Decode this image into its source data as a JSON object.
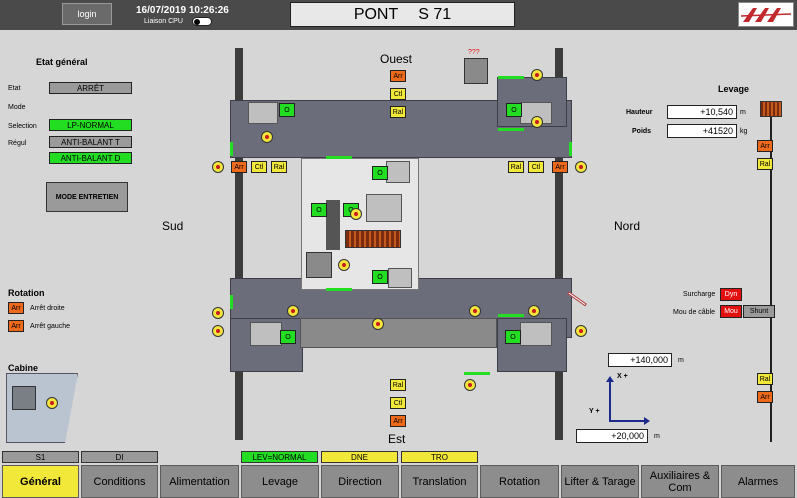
{
  "header": {
    "login": "login",
    "datetime": "16/07/2019 10:26:26",
    "cpu_label": "Liaison CPU",
    "title_left": "PONT",
    "title_right": "S 71"
  },
  "etat": {
    "title": "Etat général",
    "etat_label": "Etat",
    "etat_value": "ARRÊT",
    "mode_label": "Mode",
    "selection_label": "Selection",
    "selection_value": "LP-NORMAL",
    "regul_label": "Régul",
    "regul_value_1": "ANTI-BALANT T",
    "regul_value_2": "ANTI-BALANT D",
    "mode_entretien": "MODE ENTRETIEN"
  },
  "directions": {
    "ouest": "Ouest",
    "est": "Est",
    "sud": "Sud",
    "nord": "Nord",
    "unknown": "???"
  },
  "tags": {
    "arr": "Arr",
    "ctl": "Ctl",
    "ral": "Ral",
    "o": "O",
    "dyn": "Dyn",
    "mou": "Mou",
    "shunt": "Shunt"
  },
  "rotation": {
    "title": "Rotation",
    "droite": "Arrêt droite",
    "gauche": "Arrêt gauche"
  },
  "cabine": {
    "title": "Cabine"
  },
  "levage": {
    "title": "Levage",
    "hauteur_label": "Hauteur",
    "hauteur_value": "+10,540",
    "hauteur_unit": "m",
    "poids_label": "Poids",
    "poids_value": "+41520",
    "poids_unit": "kg",
    "surcharge": "Surcharge",
    "mou_cable": "Mou de câble"
  },
  "coords": {
    "x_value": "+140,000",
    "x_unit": "m",
    "x_label": "X +",
    "y_label": "Y +",
    "y_value": "+20,000",
    "y_unit": "m"
  },
  "status_bar": [
    "S1",
    "DI",
    "LEV=NORMAL",
    "DNE",
    "TRO"
  ],
  "tabs": [
    "Général",
    "Conditions",
    "Alimentation",
    "Levage",
    "Direction",
    "Translation",
    "Rotation",
    "Lifter & Tarage",
    "Auxiliaires & Com",
    "Alarmes"
  ],
  "colors": {
    "active_tab": "#f2e83a",
    "ok": "#22dd22",
    "arr": "#ee6a1a",
    "alarm": "#e31010"
  }
}
